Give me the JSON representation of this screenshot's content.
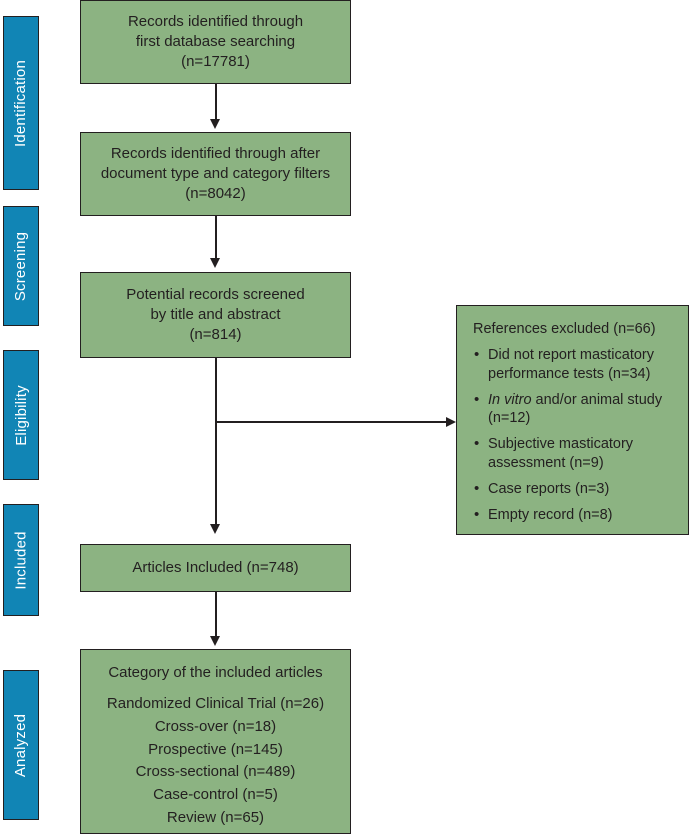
{
  "diagram": {
    "title": "PRISMA study selection flow diagram",
    "colors": {
      "box_fill": "#8CB382",
      "stage_fill": "#1185B5",
      "stroke": "#231f20",
      "stage_text": "#ffffff",
      "box_text": "#231f20"
    }
  },
  "stages": [
    {
      "label": "Identification"
    },
    {
      "label": "Screening"
    },
    {
      "label": "Eligibility"
    },
    {
      "label": "Included"
    },
    {
      "label": "Analyzed"
    }
  ],
  "boxes": {
    "identified_first": {
      "line1": "Records identified through",
      "line2": "first database searching",
      "line3": "(n=17781)",
      "n": 17781
    },
    "identified_filtered": {
      "line1": "Records identified through after",
      "line2": "document type and category filters",
      "line3": "(n=8042)",
      "n": 8042
    },
    "screened": {
      "line1": "Potential records screened",
      "line2": "by title and abstract",
      "line3": "(n=814)",
      "n": 814
    },
    "articles_included": {
      "line1": "Articles Included (n=748)",
      "n": 748
    }
  },
  "excluded": {
    "title": "References excluded (n=66)",
    "n": 66,
    "items": [
      {
        "pre": "",
        "em": "",
        "post": "Did not report masticatory performance tests (n=34)",
        "n": 34
      },
      {
        "pre": "",
        "em": "In vitro",
        "post": " and/or animal study (n=12)",
        "n": 12
      },
      {
        "pre": "",
        "em": "",
        "post": "Subjective masticatory assessment (n=9)",
        "n": 9
      },
      {
        "pre": "",
        "em": "",
        "post": "Case reports (n=3)",
        "n": 3
      },
      {
        "pre": "",
        "em": "",
        "post": "Empty record (n=8)",
        "n": 8
      }
    ]
  },
  "categories": {
    "heading": "Category of the included articles",
    "lines": [
      {
        "label": "Randomized Clinical Trial (n=26)",
        "n": 26
      },
      {
        "label": "Cross-over (n=18)",
        "n": 18
      },
      {
        "label": "Prospective (n=145)",
        "n": 145
      },
      {
        "label": "Cross-sectional (n=489)",
        "n": 489
      },
      {
        "label": "Case-control (n=5)",
        "n": 5
      },
      {
        "label": "Review (n=65)",
        "n": 65
      }
    ]
  },
  "chart_data": {
    "type": "diagram-flow",
    "title": "PRISMA flow of records through the review",
    "nodes": [
      {
        "id": "identified_first",
        "stage": "Identification",
        "text": "Records identified through first database searching",
        "n": 17781
      },
      {
        "id": "identified_filtered",
        "stage": "Identification",
        "text": "Records identified through after document type and category filters",
        "n": 8042
      },
      {
        "id": "screened",
        "stage": "Screening",
        "text": "Potential records screened by title and abstract",
        "n": 814
      },
      {
        "id": "excluded",
        "stage": "Eligibility",
        "text": "References excluded",
        "n": 66
      },
      {
        "id": "articles_included",
        "stage": "Included",
        "text": "Articles Included",
        "n": 748
      },
      {
        "id": "categories",
        "stage": "Analyzed",
        "text": "Category of the included articles",
        "n": 748
      }
    ],
    "edges": [
      {
        "from": "identified_first",
        "to": "identified_filtered"
      },
      {
        "from": "identified_filtered",
        "to": "screened"
      },
      {
        "from": "screened",
        "to": "excluded"
      },
      {
        "from": "screened",
        "to": "articles_included"
      },
      {
        "from": "articles_included",
        "to": "categories"
      }
    ],
    "exclusion_breakdown": {
      "categories": [
        "Did not report masticatory performance tests",
        "In vitro and/or animal study",
        "Subjective masticatory assessment",
        "Case reports",
        "Empty record"
      ],
      "values": [
        34,
        12,
        9,
        3,
        8
      ],
      "total": 66
    },
    "category_breakdown": {
      "categories": [
        "Randomized Clinical Trial",
        "Cross-over",
        "Prospective",
        "Cross-sectional",
        "Case-control",
        "Review"
      ],
      "values": [
        26,
        18,
        145,
        489,
        5,
        65
      ],
      "total": 748
    }
  }
}
